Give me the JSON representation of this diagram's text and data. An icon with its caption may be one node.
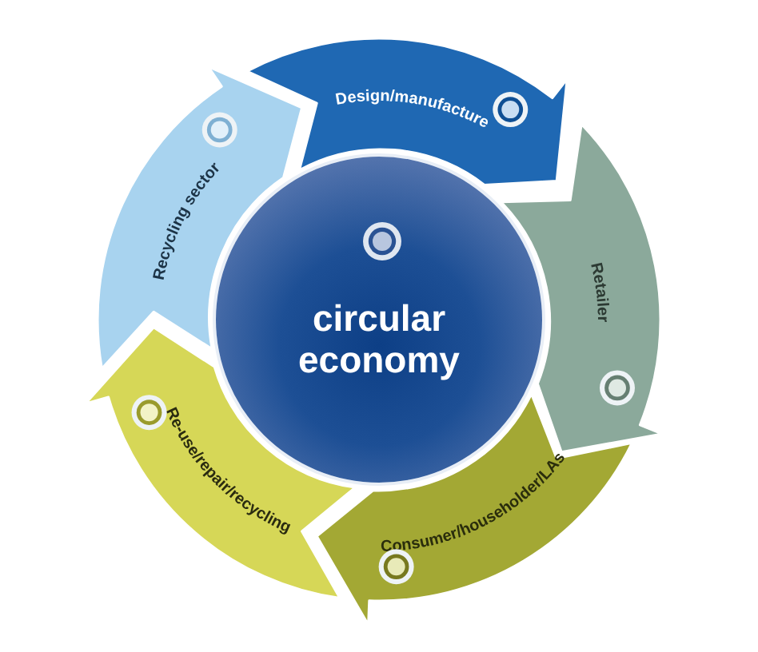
{
  "diagram": {
    "nodes": [
      {
        "text": [
          "circular economy"
        ]
      },
      {
        "text": [
          "Design/manufacture"
        ]
      },
      {
        "text": [
          "Retailer"
        ]
      },
      {
        "text": [
          "Consumer/householder/LAs"
        ]
      },
      {
        "text": [
          "Re-use/repair/recycling"
        ]
      },
      {
        "text": [
          "Recycling sector"
        ]
      }
    ]
  }
}
